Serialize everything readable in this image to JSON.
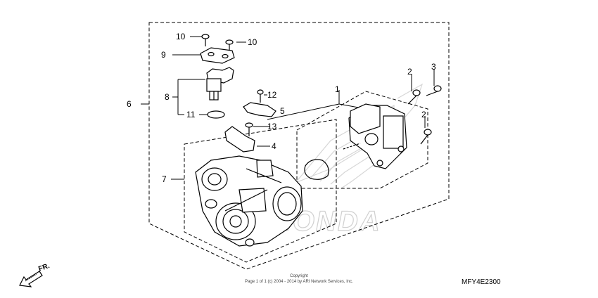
{
  "callouts": [
    "1",
    "2",
    "2",
    "3",
    "4",
    "5",
    "6",
    "7",
    "8",
    "9",
    "10",
    "10",
    "11",
    "12",
    "13"
  ],
  "watermark": "HONDA",
  "copyright": {
    "line1": "Copyright",
    "line2": "Page 1 of 1 (c) 2004 - 2014 by ARI Network Services, Inc."
  },
  "diagram_code": "MFY4E2300",
  "front_label": "FR."
}
